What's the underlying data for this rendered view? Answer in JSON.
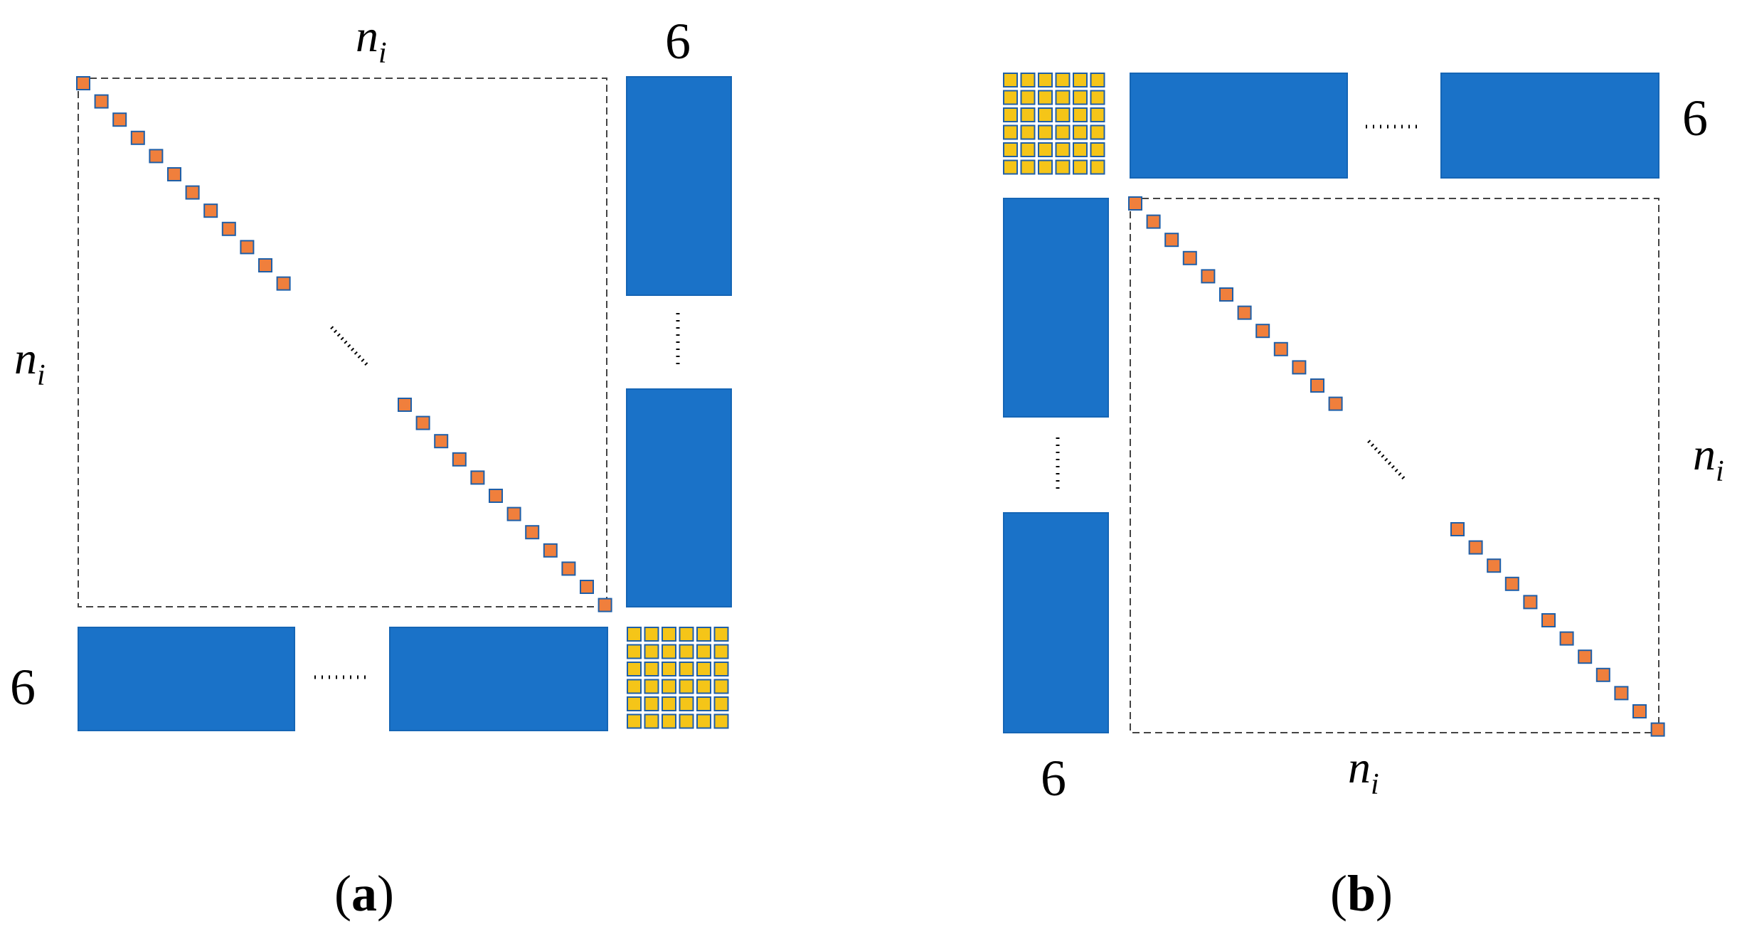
{
  "colors": {
    "block": "#1A72C8",
    "block_stroke": "#1565B5",
    "diag_fill": "#F07F3C",
    "diag_stroke": "#1F5FA8",
    "grid_fill": "#F5C518",
    "grid_stroke": "#1F5FA8",
    "dashed": "#444444",
    "dots": "#000000"
  },
  "panels": [
    {
      "id": "a",
      "caption_open": "(",
      "caption_letter": "a",
      "caption_close": ")",
      "top_label_base": "n",
      "top_label_sub": "i",
      "side_label_base": "n",
      "side_label_sub": "i",
      "six_top": "6",
      "six_side": "6"
    },
    {
      "id": "b",
      "caption_open": "(",
      "caption_letter": "b",
      "caption_close": ")",
      "top_label_base": "n",
      "top_label_sub": "i",
      "side_label_base": "n",
      "side_label_sub": "i",
      "six_top": "6",
      "six_side": "6"
    }
  ],
  "diagram": {
    "diag_squares_per_run": 12,
    "grid_size": 6
  }
}
